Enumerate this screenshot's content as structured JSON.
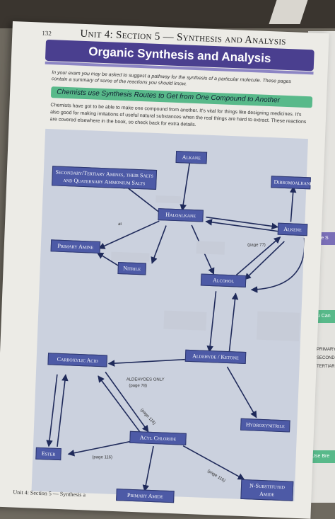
{
  "page": {
    "page_number": "132",
    "unit_header": "Unit 4: Section 5 — Synthesis and Analysis",
    "title": "Organic Synthesis and Analysis",
    "intro": "In your exam you may be asked to suggest a pathway for the synthesis of a particular molecule. These pages contain a summary of some of the reactions you should know.",
    "section_tab": "Chemists use Synthesis Routes to Get from One Compound to Another",
    "body_text": "Chemists have got to be able to make one compound from another. It's vital for things like designing medicines. It's also good for making imitations of useful natural substances when the real things are hard to extract. These reactions are covered elsewhere in the book, so check back for extra details.",
    "footer": "Unit 4: Section 5 — Synthesis a"
  },
  "diagram": {
    "nodes": {
      "alkane": "Alkane",
      "amines": "Secondary/Tertiary Amines, their Salts and Quaternary Ammonium Salts",
      "dibromoalkane": "Dibromoalkane",
      "haloalkane": "Haloalkane",
      "alkene": "Alkene",
      "primary_amine": "Primary Amine",
      "nitrile": "Nitrile",
      "alcohol": "Alcohol",
      "carboxylic_acid": "Carboxylic Acid",
      "aldehyde_ketone": "Aldehyde / Ketone",
      "hydroxynitrile": "Hydroxynitrile",
      "acyl_chloride": "Acyl Chloride",
      "ester": "Ester",
      "n_substituted_amide": "N-Substituted Amide",
      "primary_amide": "Primary Amide"
    },
    "annotations": {
      "page_77": "(page 77)",
      "aldehydes_only": "ALDEHYDES ONLY",
      "page_78": "(page 78)",
      "page_116a": "(page 116)",
      "page_116b": "(page 116)",
      "page_116c": "(page 116)",
      "at": "at"
    }
  },
  "next_page": {
    "band1": "Make S",
    "band2": "You Can",
    "band3": "Use Bre",
    "text1": "PRIMARY",
    "text2": "SECOND",
    "text3": "TERTIAR"
  }
}
